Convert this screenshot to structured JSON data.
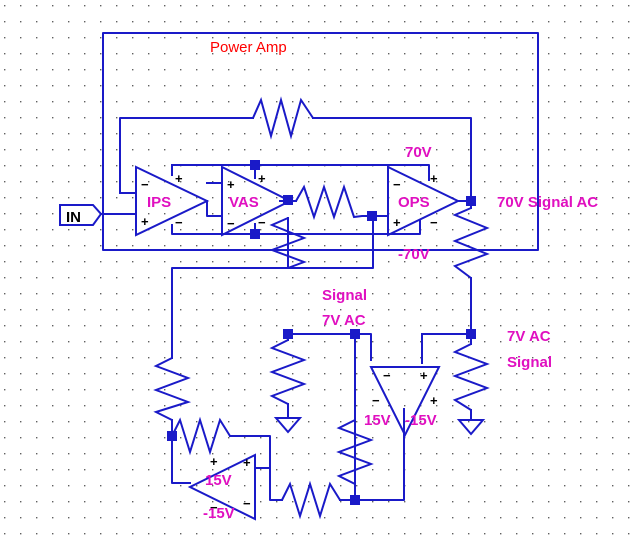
{
  "colors": {
    "wire": "#1a1ac8",
    "label_red": "#ff0000",
    "label_magenta": "#e010c0",
    "dot_grid": "#606060",
    "text_dark": "#000000",
    "background": "#ffffff"
  },
  "title": "Power Amp",
  "input_port": "IN",
  "opamps": {
    "ips": "IPS",
    "vas": "VAS",
    "ops": "OPS"
  },
  "pins": {
    "plus": "+",
    "minus": "−"
  },
  "labels": {
    "rail_pos_70": "70V",
    "rail_neg_70": "-70V",
    "out_70v": "70V Signal AC",
    "signal_7v_line1": "Signal",
    "signal_7v_line2": "7V AC",
    "out_7v_line1": "7V AC",
    "out_7v_line2": "Signal",
    "amp2_pos_rail": "15V",
    "amp2_neg_rail": "-15V",
    "amp3_pos_rail": "15V",
    "amp3_neg_rail": "-15V"
  }
}
